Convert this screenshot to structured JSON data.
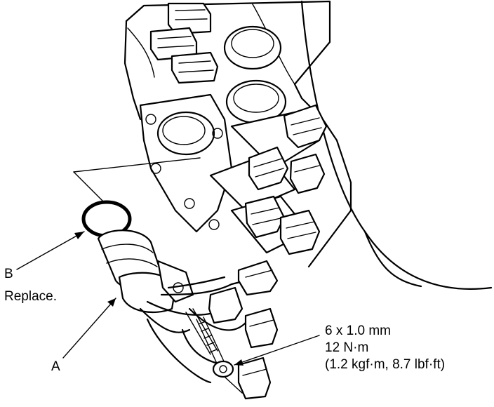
{
  "labels": {
    "b_letter": "B",
    "b_note": "Replace.",
    "a_letter": "A",
    "bolt_size": "6 x 1.0 mm",
    "torque_nm": "12 N·m",
    "torque_alt": "(1.2 kgf·m, 8.7 lbf·ft)"
  }
}
